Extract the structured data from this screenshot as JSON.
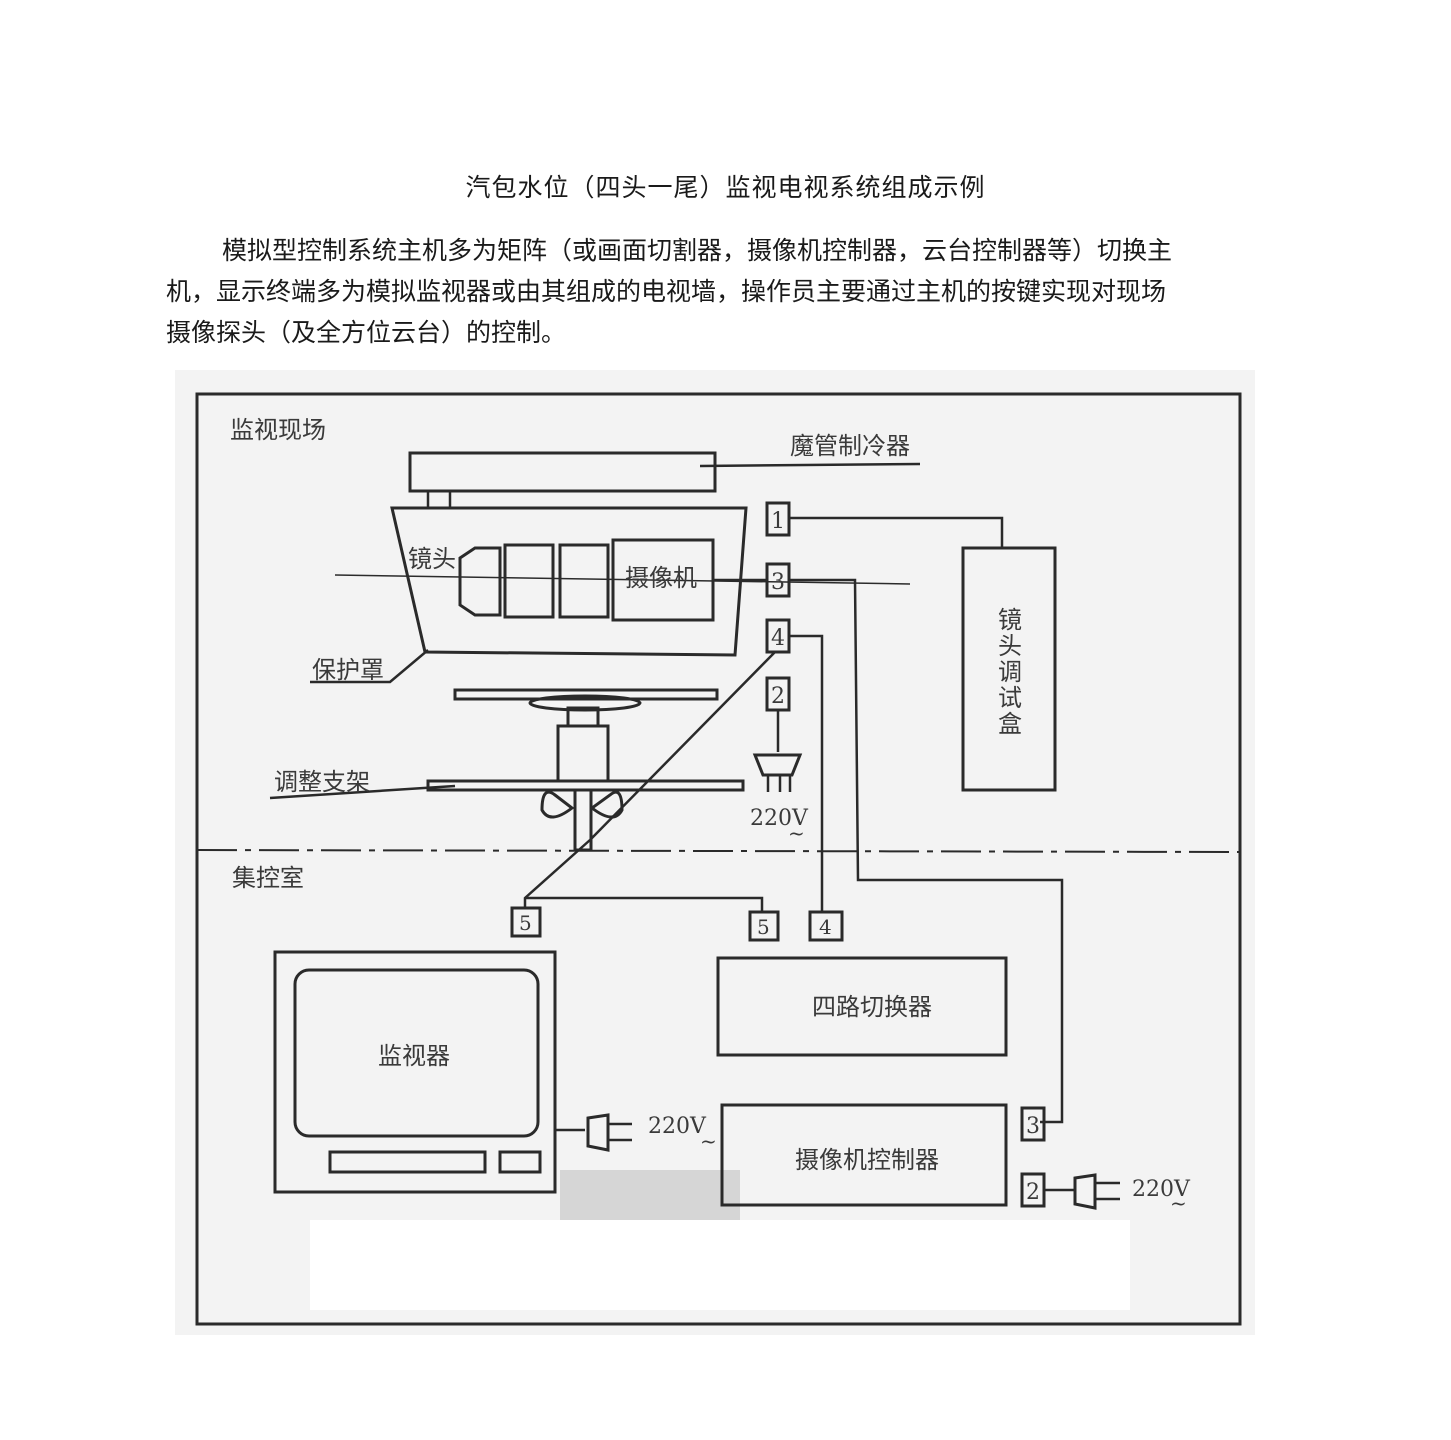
{
  "document": {
    "title": "汽包水位（四头一尾）监视电视系统组成示例",
    "paragraph_lines": [
      "模拟型控制系统主机多为矩阵（或画面切割器，摄像机控制器，云台控制器等）切换主",
      "机，显示终端多为模拟监视器或由其组成的电视墙，操作员主要通过主机的按键实现对现场",
      "摄像探头（及全方位云台）的控制。"
    ]
  },
  "diagram": {
    "zone_site": "监视现场",
    "zone_control": "集控室",
    "cooler": "魔管制冷器",
    "lens": "镜头",
    "camera": "摄像机",
    "housing": "保护罩",
    "bracket": "调整支架",
    "lens_box": "镜头调试盒",
    "lens_box_chars": [
      "镜",
      "头",
      "调",
      "试",
      "盒"
    ],
    "monitor": "监视器",
    "switcher": "四路切换器",
    "camera_controller": "摄像机控制器",
    "voltage": "220V",
    "terminals": {
      "t1": "1",
      "t3": "3",
      "t4": "4",
      "t2": "2",
      "b5a": "5",
      "b5b": "5",
      "b4": "4",
      "r3": "3",
      "r2": "2"
    }
  }
}
